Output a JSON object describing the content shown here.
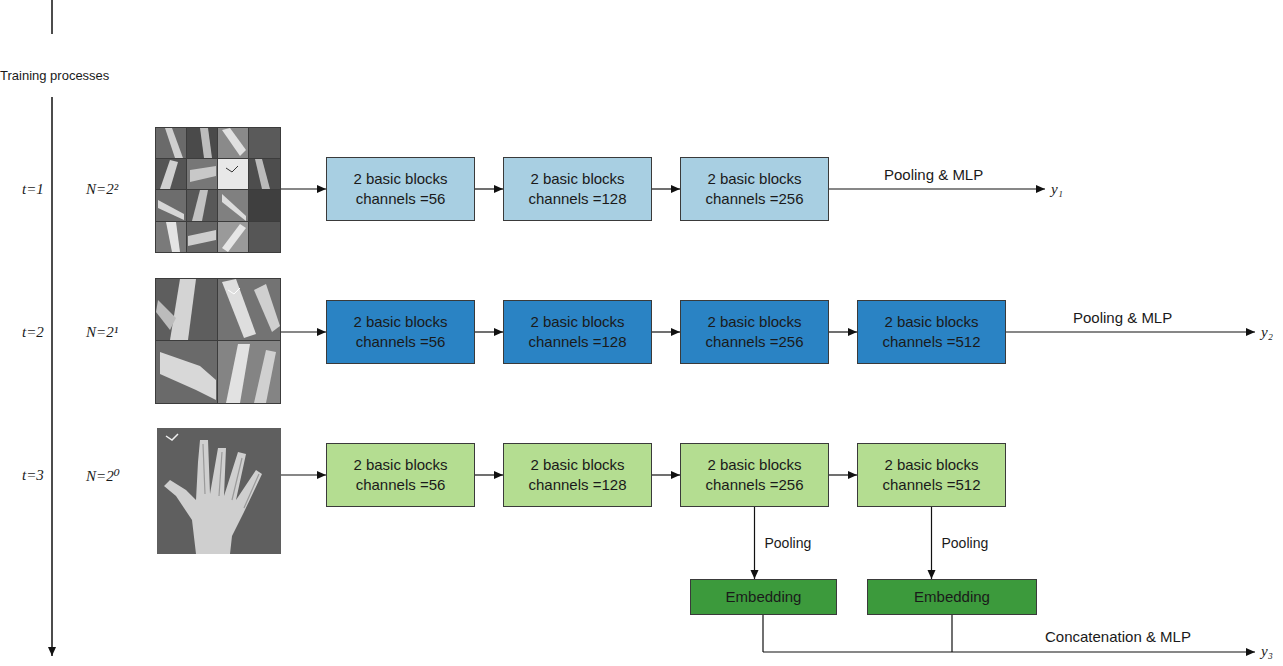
{
  "diagram": {
    "nodes": [
      {
        "text": [
          "2 basic blocks",
          "channels =56"
        ]
      },
      {
        "text": [
          "2 basic blocks",
          "channels =128"
        ]
      },
      {
        "text": [
          "2 basic blocks",
          "channels =256"
        ]
      },
      {
        "text": [
          "2 basic blocks",
          "channels =56"
        ]
      },
      {
        "text": [
          "2 basic blocks",
          "channels =128"
        ]
      },
      {
        "text": [
          "2 basic blocks",
          "channels =256"
        ]
      },
      {
        "text": [
          "2 basic blocks",
          "channels =512"
        ]
      },
      {
        "text": [
          "2 basic blocks",
          "channels =56"
        ]
      },
      {
        "text": [
          "2 basic blocks",
          "channels =128"
        ]
      },
      {
        "text": [
          "2 basic blocks",
          "channels =256"
        ]
      },
      {
        "text": [
          "2 basic blocks",
          "channels =512"
        ]
      },
      {
        "text": [
          "Embedding"
        ]
      },
      {
        "text": [
          "Embedding"
        ]
      }
    ],
    "edges": [
      {
        "from": 0,
        "to": 1,
        "arrow": "to"
      },
      {
        "from": 1,
        "to": 2,
        "arrow": "to"
      },
      {
        "from": 3,
        "to": 4,
        "arrow": "to"
      },
      {
        "from": 4,
        "to": 5,
        "arrow": "to"
      },
      {
        "from": 5,
        "to": 6,
        "arrow": "to"
      },
      {
        "from": 7,
        "to": 8,
        "arrow": "to"
      },
      {
        "from": 8,
        "to": 9,
        "arrow": "to"
      },
      {
        "from": 9,
        "to": 10,
        "arrow": "to"
      },
      {
        "from": 9,
        "to": 11,
        "label": "Pooling",
        "arrow": "to"
      },
      {
        "from": 10,
        "to": 12,
        "label": "Pooling",
        "arrow": "to"
      }
    ],
    "labels": [
      "Training processes",
      "t=1",
      "N=2²",
      "Pooling & MLP",
      "y₁",
      "t=2",
      "N=2¹",
      "Pooling & MLP",
      "y₂",
      "t=3",
      "N=2⁰",
      "Concatenation & MLP",
      "y₃"
    ]
  }
}
